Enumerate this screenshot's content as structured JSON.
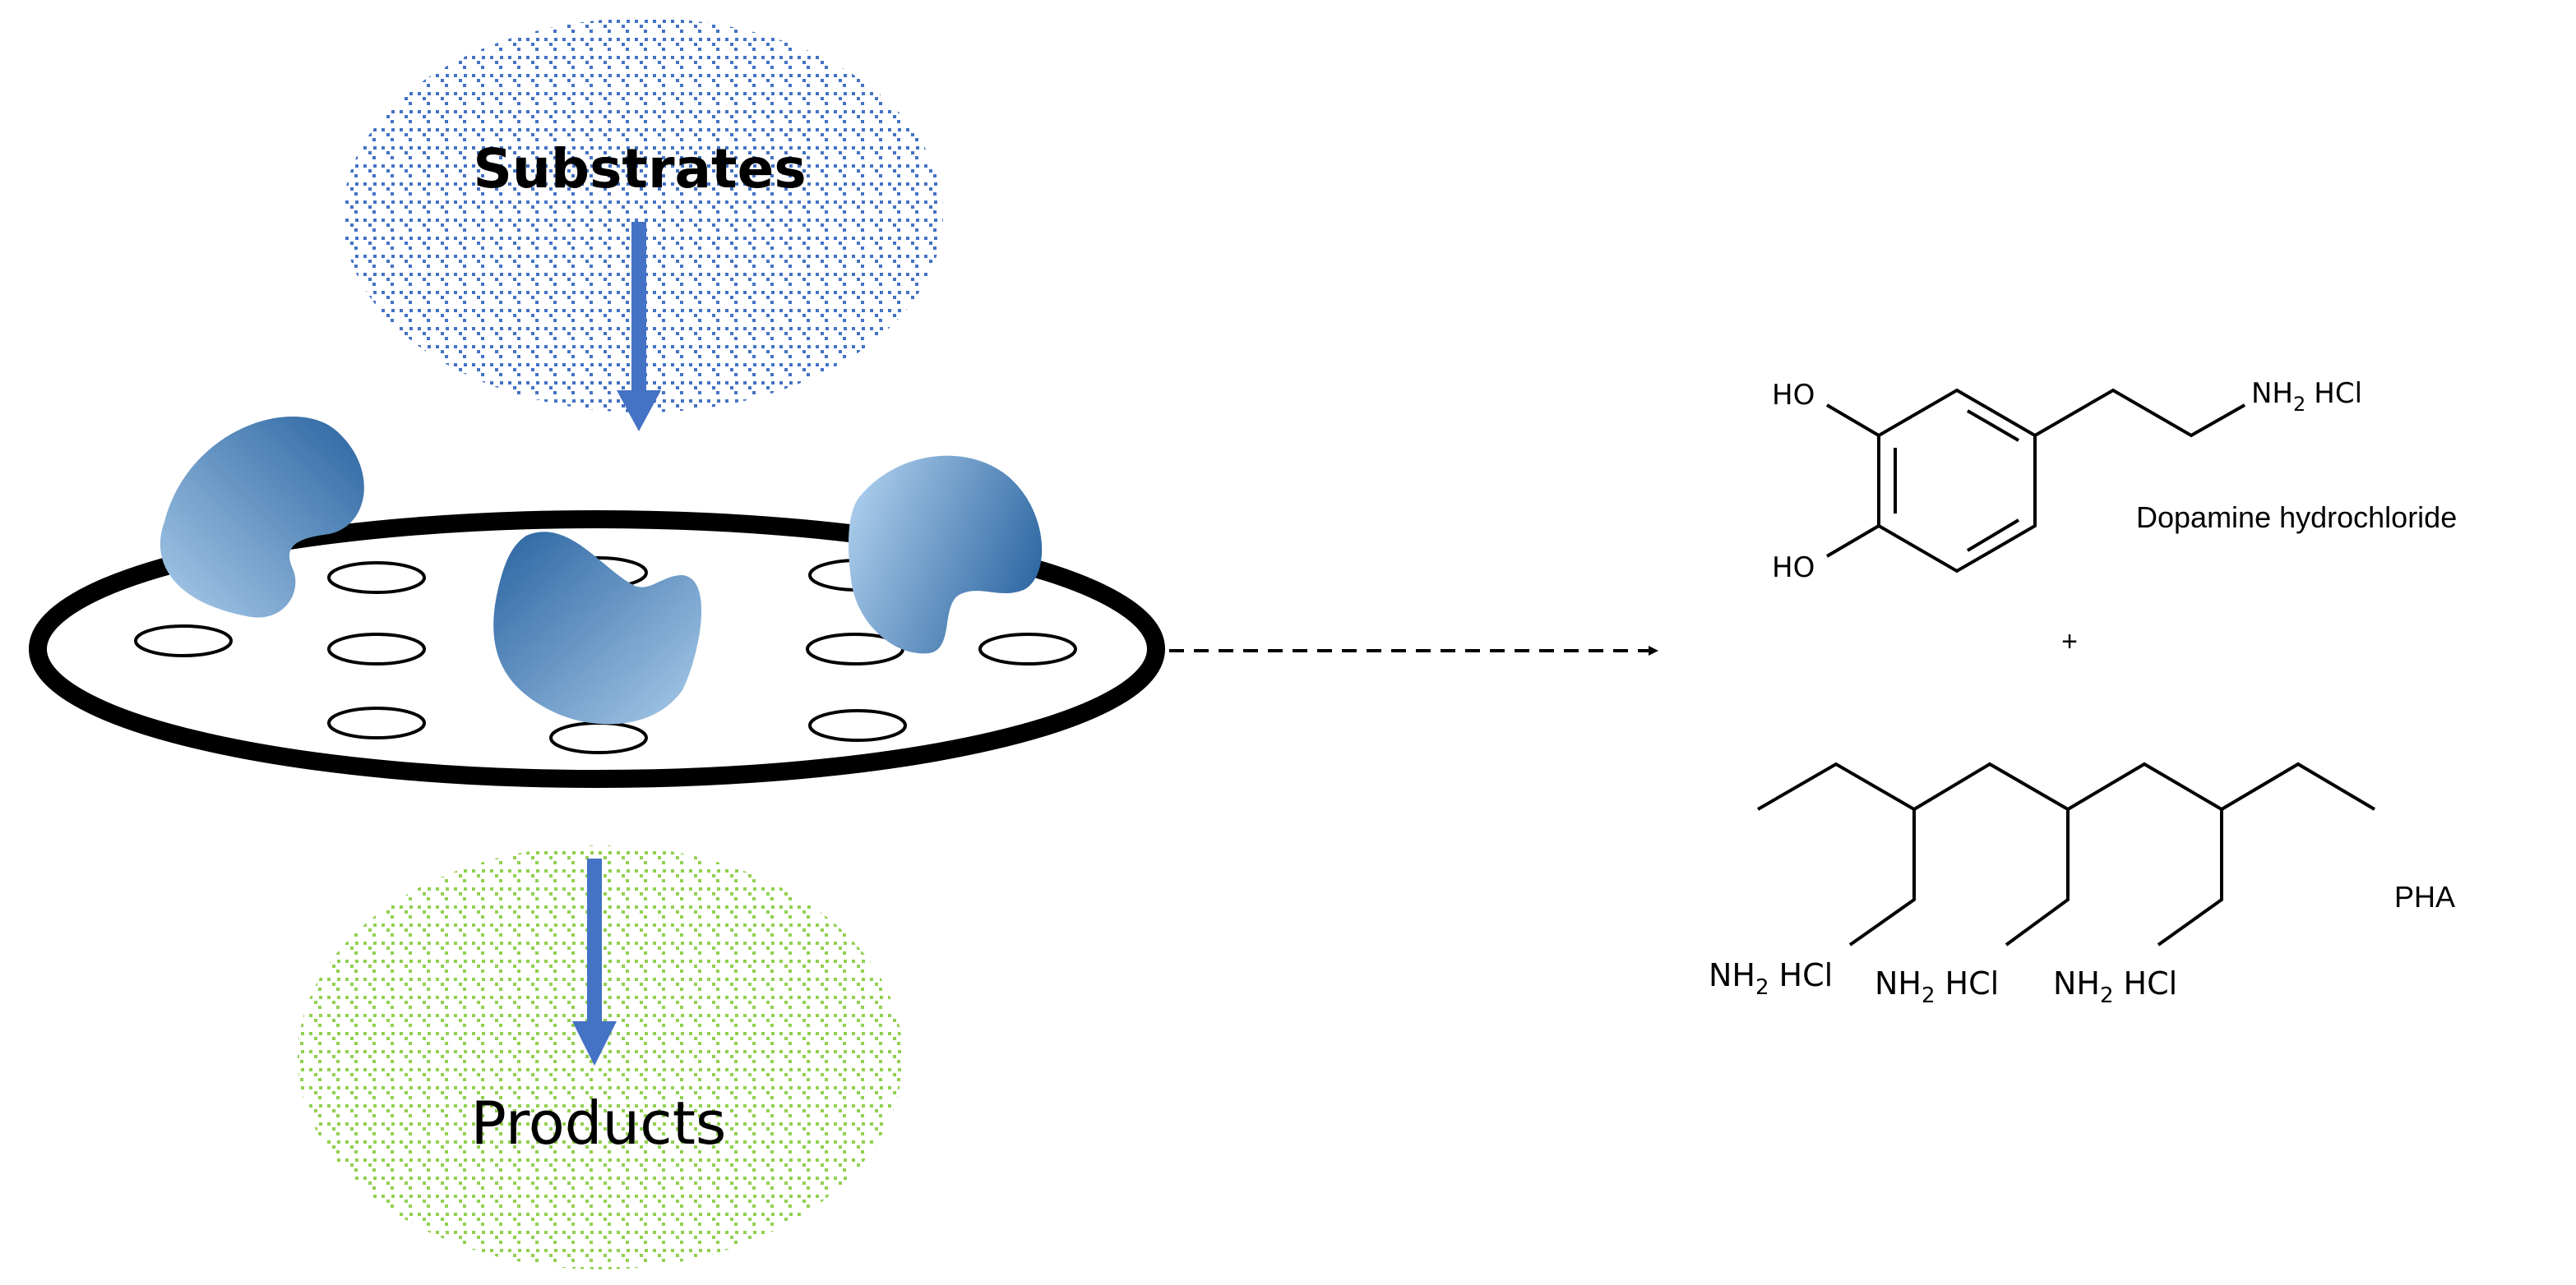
{
  "diagram": {
    "substrates_label": "Substrates",
    "products_label": "Products",
    "dopamine": {
      "ho_top": "HO",
      "ho_bottom": "HO",
      "nh2": "NH",
      "nh2_sub": "2",
      "hcl": "HCl",
      "name": "Dopamine hydrochloride"
    },
    "plus_sign": "+",
    "pha": {
      "name": "PHA",
      "groups": [
        {
          "nh": "NH",
          "sub": "2",
          "hcl": "HCl"
        },
        {
          "nh": "NH",
          "sub": "2",
          "hcl": "HCl"
        },
        {
          "nh": "NH",
          "sub": "2",
          "hcl": "HCl"
        }
      ]
    },
    "colors": {
      "arrow_blue": "#4472c4",
      "substrate_dots": "#4472c4",
      "product_dots": "#92d050",
      "enzyme_dark": "#2e6aa6",
      "enzyme_light": "#9dc3e6",
      "carrier_ring": "#000000"
    }
  }
}
